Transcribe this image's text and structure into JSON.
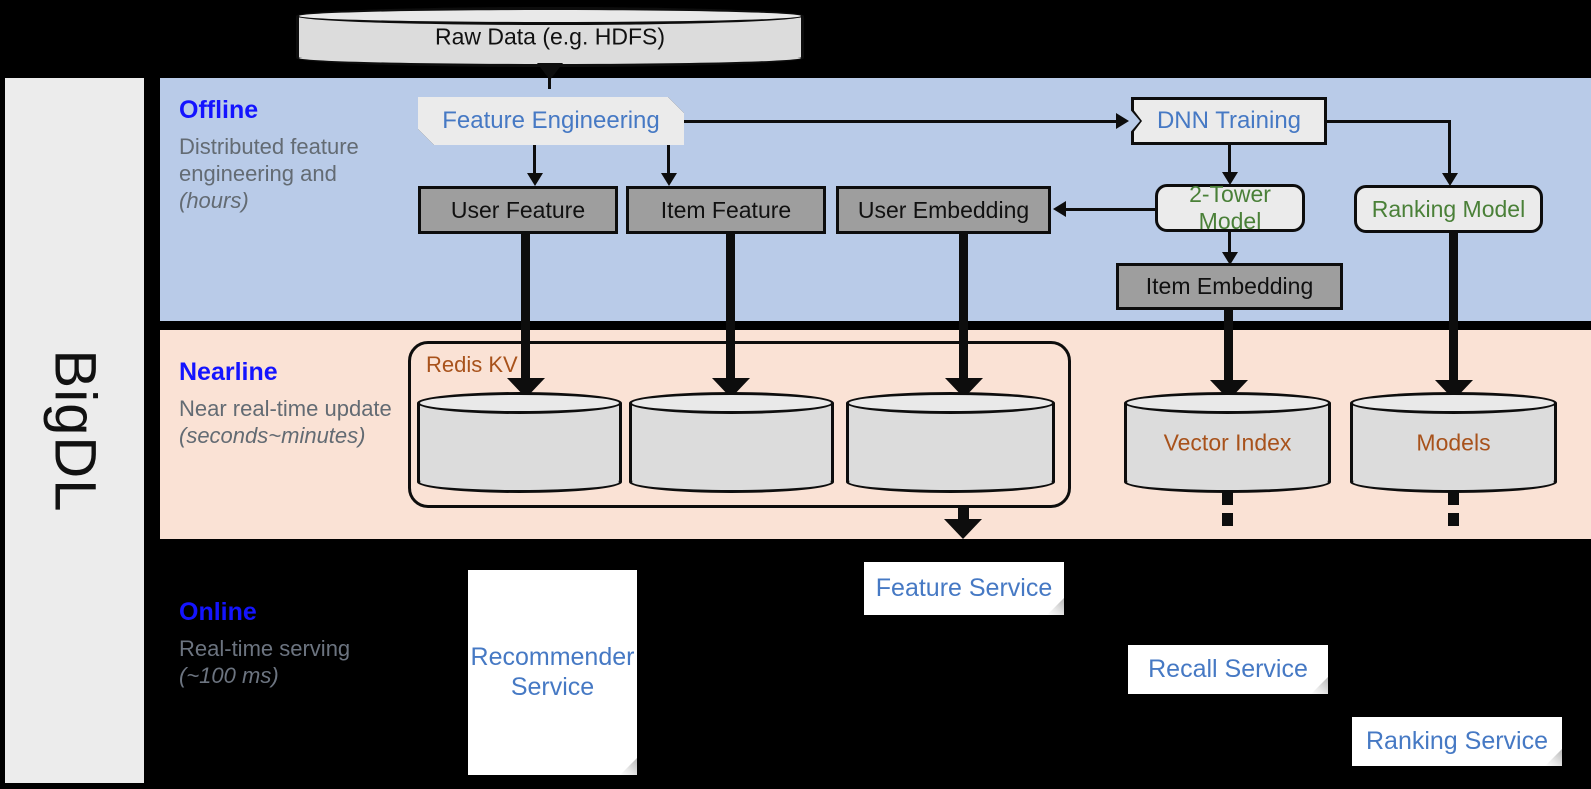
{
  "sidebar": {
    "label": "BigDL"
  },
  "bands": [
    {
      "name": "offline",
      "title": "Offline",
      "subtitle": "Distributed feature engineering and ",
      "subtitle_em": "(hours)"
    },
    {
      "name": "nearline",
      "title": "Nearline",
      "subtitle": "Near real-time update ",
      "subtitle_em": "(seconds~minutes)"
    },
    {
      "name": "online",
      "title": "Online",
      "subtitle": "Real-time serving ",
      "subtitle_em": "(~100 ms)"
    }
  ],
  "nodes": {
    "raw_data": "Raw Data (e.g. HDFS)",
    "feature_engineering": "Feature Engineering",
    "dnn_training": "DNN Training",
    "user_feature": "User Feature",
    "item_feature": "Item Feature",
    "user_embedding": "User Embedding",
    "two_tower_model": "2-Tower Model",
    "ranking_model": "Ranking Model",
    "item_embedding": "Item Embedding",
    "redis_kv": "Redis KV",
    "vector_index": "Vector Index",
    "models": "Models",
    "recommender_service": "Recommender Service",
    "feature_service": "Feature Service",
    "recall_service": "Recall Service",
    "ranking_service": "Ranking Service"
  },
  "colors": {
    "offline_band": "#b9cbe8",
    "nearline_band": "#fae2d5",
    "online_band": "#000000",
    "band_title": "#1414ff",
    "band_subtitle": "#636b73",
    "blue_text": "#4679c4",
    "green_text": "#4a8038",
    "brown_text": "#a8521b",
    "gray_box": "#9e9e9e",
    "light_box": "#ebebeb",
    "sidebar": "#ececec"
  }
}
